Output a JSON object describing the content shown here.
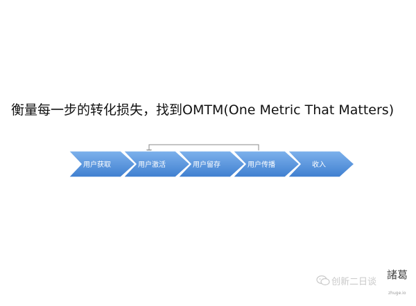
{
  "headline": "衡量每一步的转化损失，找到OMTM(One Metric That Matters)",
  "funnel": {
    "steps": [
      {
        "label": "用户获取"
      },
      {
        "label": "用户激活"
      },
      {
        "label": "用户留存"
      },
      {
        "label": "用户传播"
      },
      {
        "label": "收入"
      }
    ],
    "colors": {
      "fill_top": "#7eb2ec",
      "fill_bottom": "#3f7fd0",
      "stroke": "#ffffff",
      "loop_line": "#8a8a8a"
    },
    "feedback_loop": {
      "from_step": 4,
      "to_step": 2
    }
  },
  "watermark": {
    "text": "创新二日谈",
    "icon": "wechat-icon"
  },
  "logo": {
    "glyph": "諸葛",
    "subtext": "zhuge.io"
  }
}
